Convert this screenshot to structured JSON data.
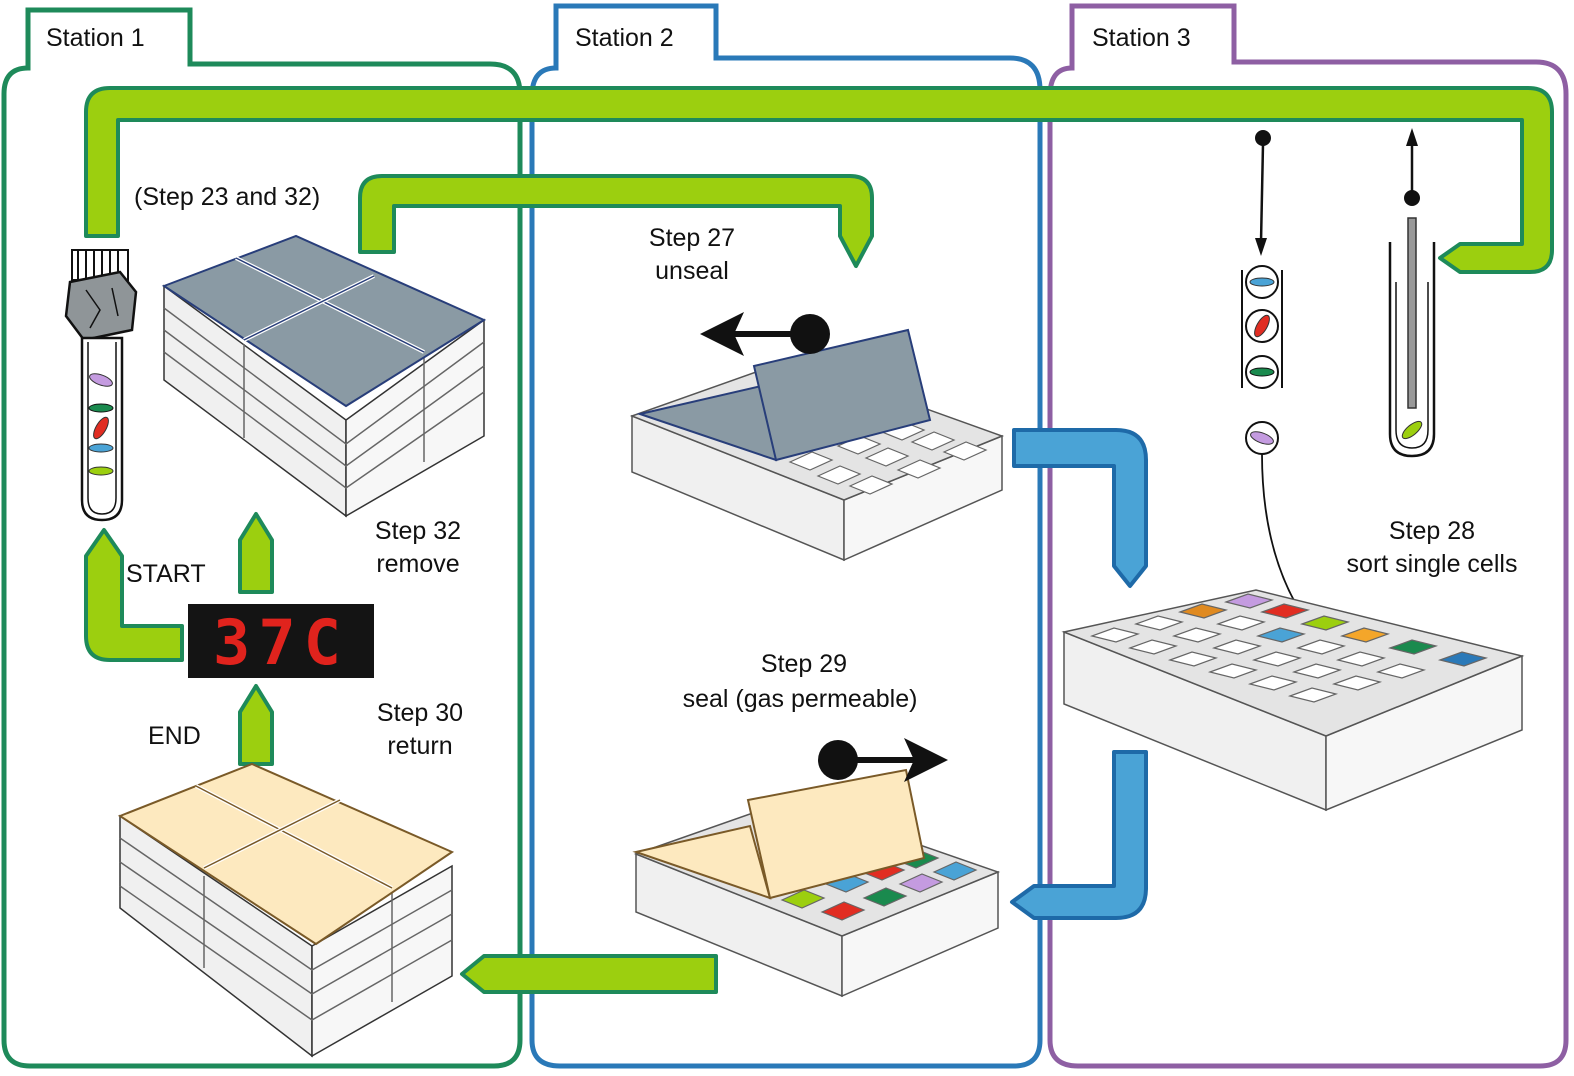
{
  "stations": [
    {
      "label": "Station 1",
      "color": "#1e8a5a"
    },
    {
      "label": "Station 2",
      "color": "#2a79b8"
    },
    {
      "label": "Station 3",
      "color": "#8e5fa3"
    }
  ],
  "labels": {
    "step_23_32": "(Step 23 and 32)",
    "start": "START",
    "end": "END",
    "step_32_a": "Step 32",
    "step_32_b": "remove",
    "step_30_a": "Step 30",
    "step_30_b": "return",
    "step_27_a": "Step 27",
    "step_27_b": "unseal",
    "step_29_a": "Step 29",
    "step_29_b": "seal (gas permeable)",
    "step_28_a": "Step 28",
    "step_28_b": "sort single cells"
  },
  "incubator_display": "37C",
  "colors": {
    "green_arrow": "#9ccf0f",
    "green_outline": "#1e8a5a",
    "blue_arrow": "#4aa3d6",
    "blue_outline": "#1e6aa8",
    "seal_gray": "#8a9aa4",
    "seal_tan": "#fde9bf",
    "plate": "#f0f0f0",
    "display_bg": "#141414",
    "display_digits": "#e0231d"
  },
  "icons": {
    "tube": "sample-tube-icon",
    "incubator": "incubator-display-icon",
    "sorter": "cell-sorter-nozzle-icon",
    "collection": "collection-tube-icon"
  }
}
